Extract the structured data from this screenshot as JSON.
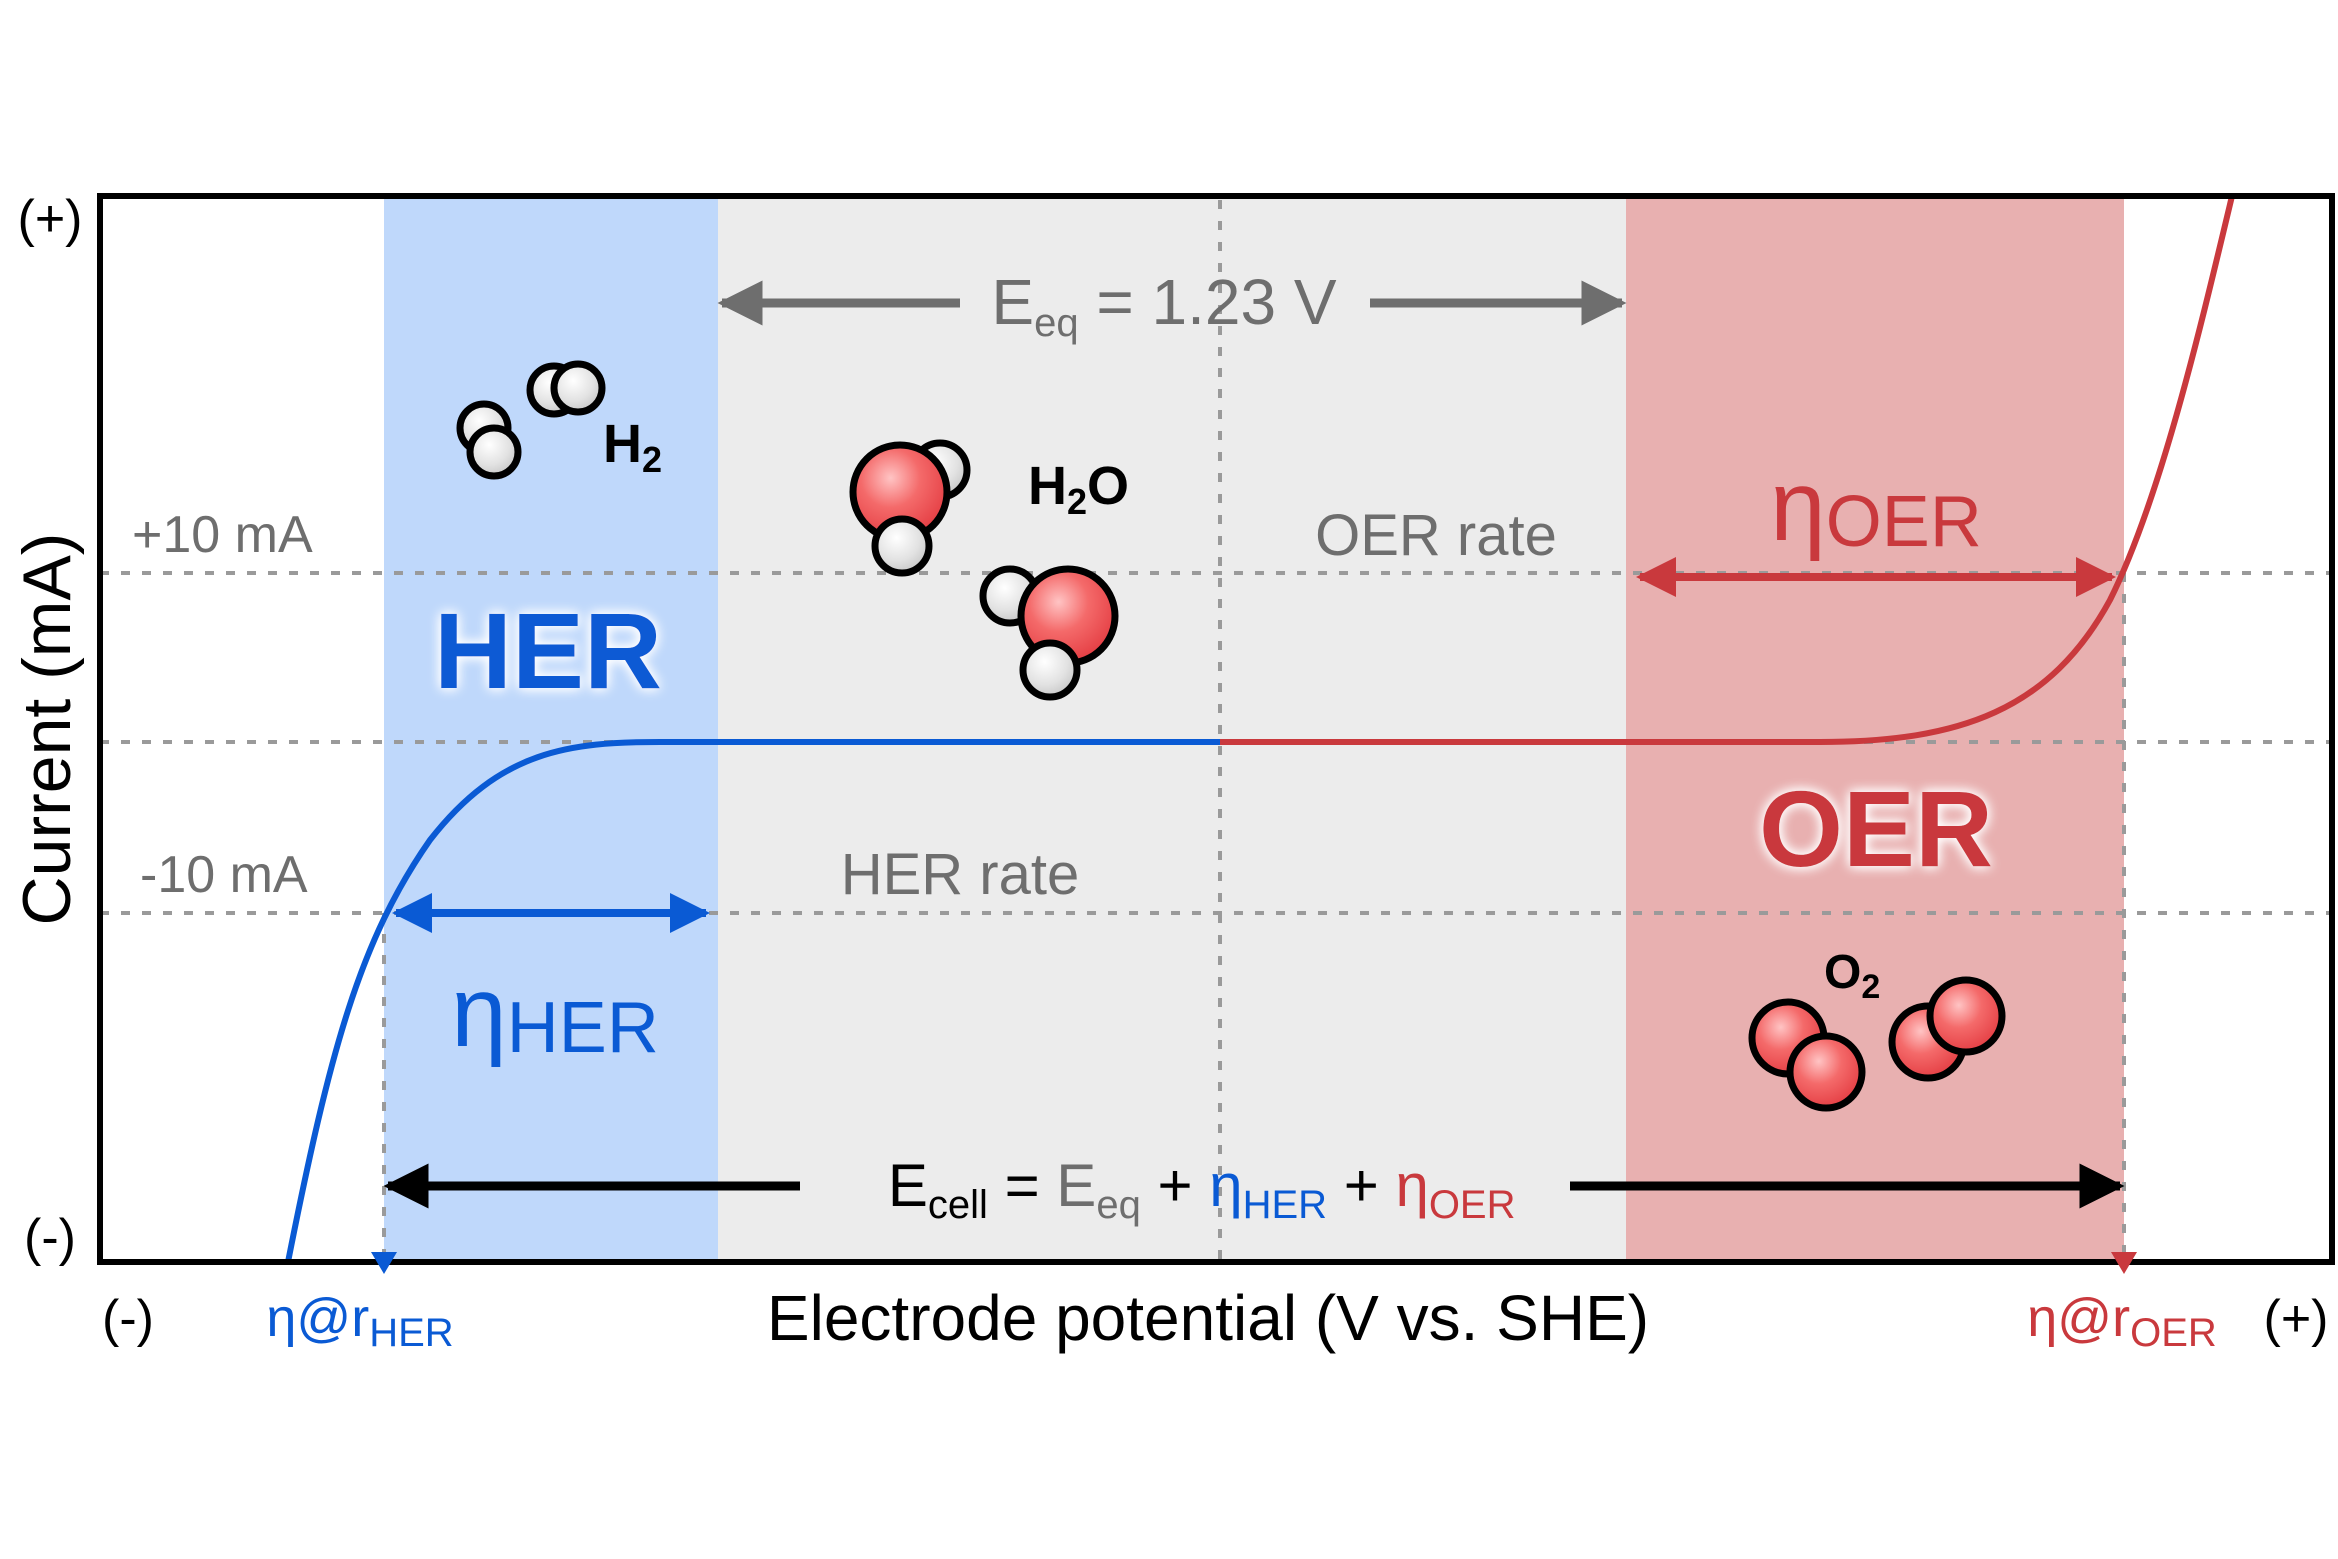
{
  "axes": {
    "y_label": "Current (mA)",
    "x_label": "Electrode potential (V vs. SHE)",
    "y_pos": "(+)",
    "y_neg": "(-)",
    "x_neg": "(-)",
    "x_pos": "(+)",
    "plus10": "+10 mA",
    "minus10": "-10 mA"
  },
  "regions": {
    "her": "HER",
    "oer": "OER",
    "her_rate": "HER rate",
    "oer_rate": "OER rate"
  },
  "eq": {
    "E": "E",
    "sub": "eq",
    "value": " = 1.23 V"
  },
  "eta_her": {
    "eta": "η",
    "sub": "HER"
  },
  "eta_oer": {
    "eta": "η",
    "sub": "OER"
  },
  "ecell": {
    "E": "E",
    "cell_sub": "cell",
    "equals": " = ",
    "E2": "E",
    "eq_sub": "eq",
    "plus1": " + ",
    "eta1": "η",
    "her_sub": "HER",
    "plus2": " + ",
    "eta2": "η",
    "oer_sub": "OER"
  },
  "markers": {
    "her": {
      "text": "η@r",
      "sub": "HER"
    },
    "oer": {
      "text": "η@r",
      "sub": "OER"
    }
  },
  "molecules": {
    "h2": {
      "main": "H",
      "sub": "2"
    },
    "h2o": {
      "main": "H",
      "sub": "2",
      "tail": "O"
    },
    "o2": {
      "main": "O",
      "sub": "2"
    }
  },
  "colors": {
    "blue": "#0a5ad4",
    "red": "#c9393d",
    "gray": "#6e6e6e",
    "her_band": "#bfd8fb",
    "center_band": "#ececec",
    "oer_band": "#e8b0b0"
  }
}
